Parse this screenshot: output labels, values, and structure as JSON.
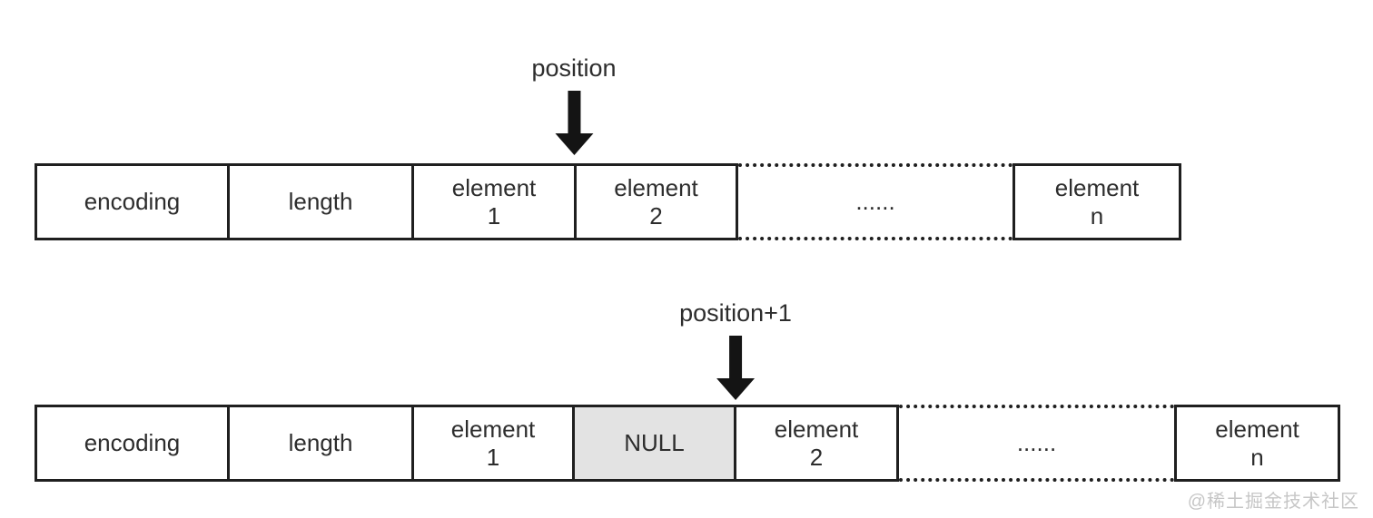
{
  "colors": {
    "border": "#1f1f1f",
    "text": "#2d2d2d",
    "null_fill": "#e3e3e3",
    "arrow": "#141414",
    "watermark": "#c6c6c6",
    "background": "#ffffff"
  },
  "top_diagram": {
    "pointer": {
      "label": "position"
    },
    "cells": [
      {
        "label": "encoding"
      },
      {
        "label": "length"
      },
      {
        "line1": "element",
        "line2": "1"
      },
      {
        "line1": "element",
        "line2": "2"
      },
      {
        "label": "......"
      },
      {
        "line1": "element",
        "line2": "n"
      }
    ]
  },
  "bottom_diagram": {
    "pointer": {
      "label": "position+1"
    },
    "cells": [
      {
        "label": "encoding"
      },
      {
        "label": "length"
      },
      {
        "line1": "element",
        "line2": "1"
      },
      {
        "label": "NULL"
      },
      {
        "line1": "element",
        "line2": "2"
      },
      {
        "label": "......"
      },
      {
        "line1": "element",
        "line2": "n"
      }
    ]
  },
  "watermark": {
    "text": "@稀土掘金技术社区"
  }
}
